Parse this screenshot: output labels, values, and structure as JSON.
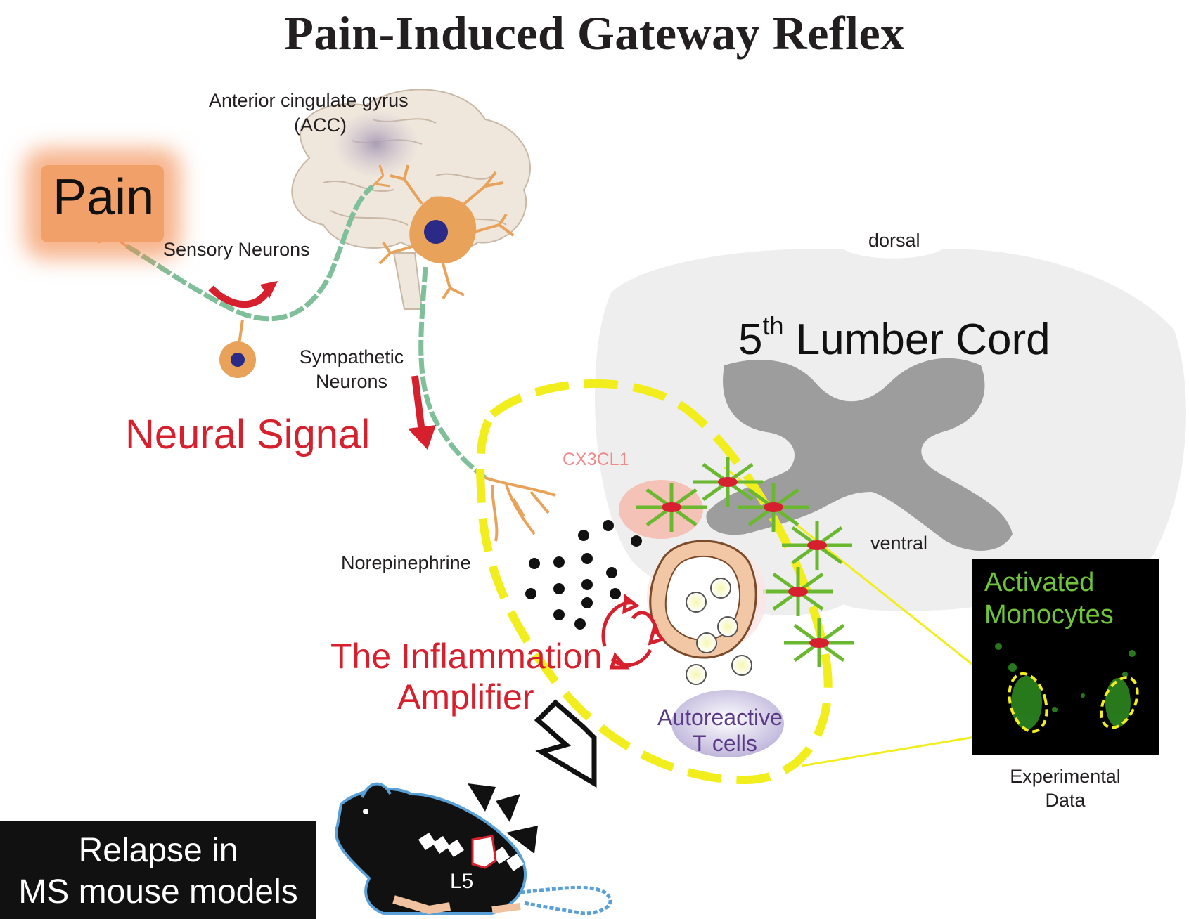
{
  "title": "Pain-Induced Gateway Reflex",
  "labels": {
    "pain": "Pain",
    "acc_line1": "Anterior cingulate gyrus",
    "acc_line2": "(ACC)",
    "sensory_neurons": "Sensory Neurons",
    "sympathetic_line1": "Sympathetic",
    "sympathetic_line2": "Neurons",
    "neural_signal": "Neural Signal",
    "norepinephrine": "Norepinephrine",
    "cx3cl1": "CX3CL1",
    "dorsal": "dorsal",
    "ventral": "ventral",
    "cord_pre": "5",
    "cord_sup": "th",
    "cord_post": " Lumber Cord",
    "amplifier_line1": "The Inflammation",
    "amplifier_line2": "Amplifier",
    "autoreactive_line1": "Autoreactive",
    "autoreactive_line2": "T cells",
    "activated_line1": "Activated",
    "activated_line2": "Monocytes",
    "experimental_line1": "Experimental",
    "experimental_line2": "Data",
    "relapse_line1": "Relapse in",
    "relapse_line2": "MS mouse models",
    "l5": "L5"
  },
  "colors": {
    "signal_red": "#d7202d",
    "highlight_yellow": "#f2ee1e",
    "neuron_orange": "#e8a25a",
    "axon_green": "#7fbf9a",
    "glia_green": "#6ab82f",
    "monocyte_green": "#6fc43a",
    "autoreactive_purple": "#5a3a86",
    "cord_gray": "#9d9d9d"
  }
}
